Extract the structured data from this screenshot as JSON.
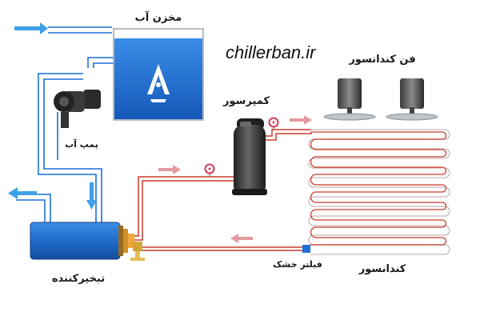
{
  "site": "chillerban.ir",
  "labels": {
    "tank": "مخزن آب",
    "pump": "پمپ آب",
    "compressor": "کمپرسور",
    "condenser_fan": "فن کندانسور",
    "condenser": "کندانسور",
    "evaporator": "تبخیرکننده",
    "filter_drier": "فیلتر خشک"
  },
  "colors": {
    "water": "#1c6fd6",
    "arrow": "#3fa0e6",
    "hot_line": "#c93a2a",
    "gauge": "#d63c5a",
    "flow_arrow": "#e39aa0"
  },
  "icons": {
    "tank_logo": "chillerban-logo-icon"
  }
}
